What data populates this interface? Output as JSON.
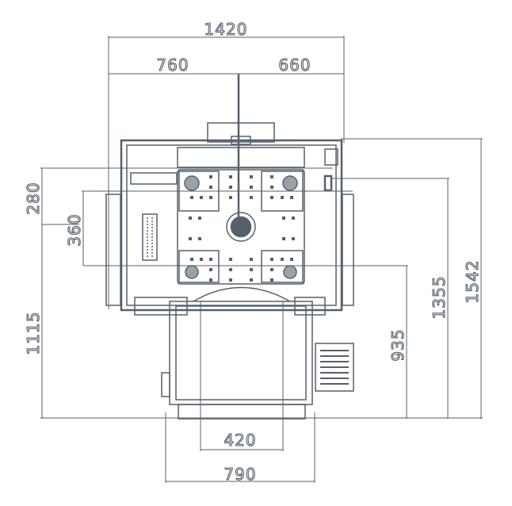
{
  "drawing": {
    "title": "Machine dimensional drawing (top view)",
    "color": "#56606a",
    "dimensions": {
      "overall_width": "1420",
      "left_offset": "760",
      "right_offset": "660",
      "overall_depth": "1542",
      "depth_1355": "1355",
      "depth_935": "935",
      "depth_1115": "1115",
      "offset_280": "280",
      "offset_360": "360",
      "stand_inner": "420",
      "stand_outer": "790"
    }
  }
}
